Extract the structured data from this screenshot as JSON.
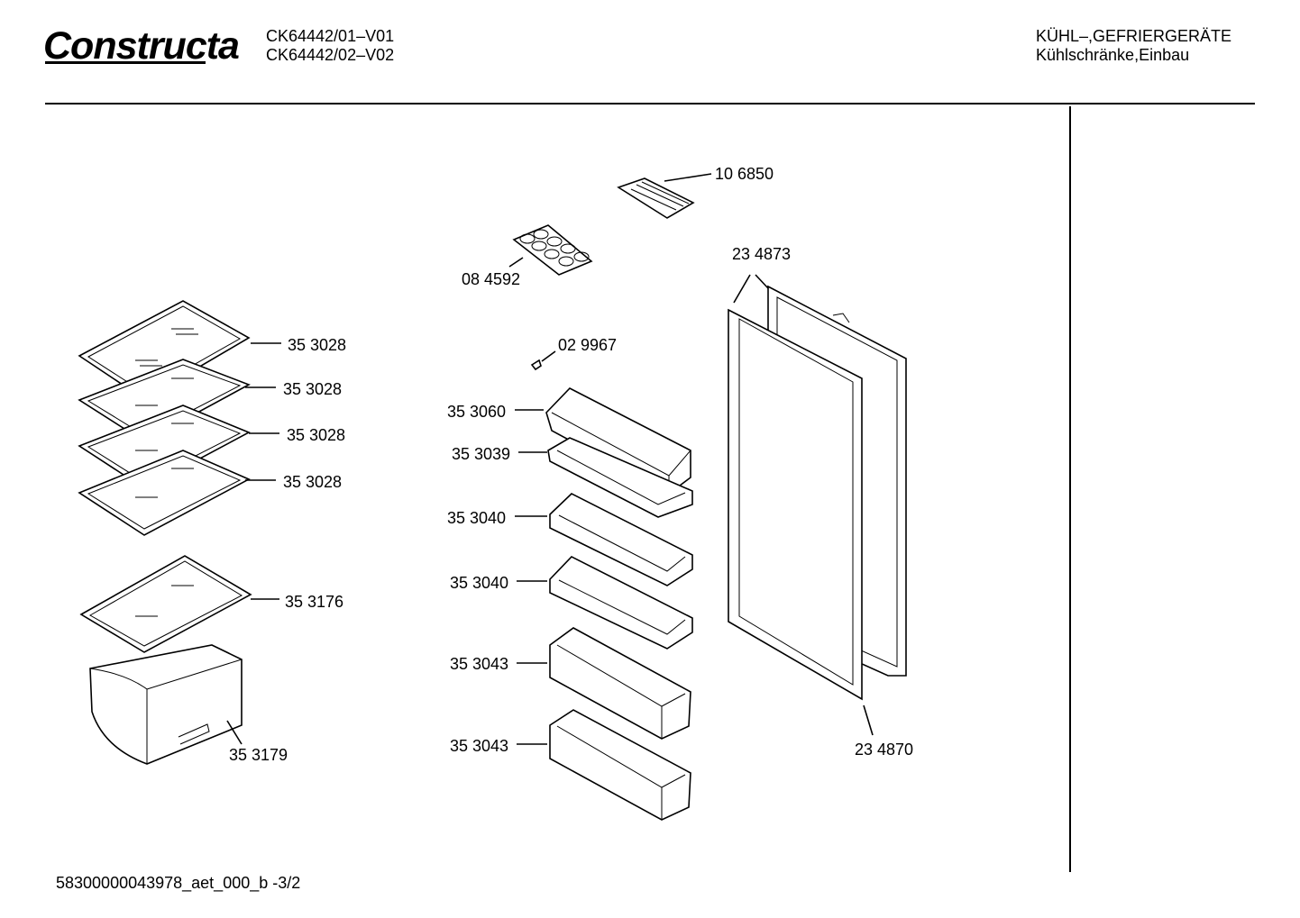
{
  "header": {
    "brand": "Constructa",
    "models": [
      "CK64442/01–V01",
      "CK64442/02–V02"
    ],
    "category": "KÜHL–,GEFRIERGERÄTE",
    "subcategory": "Kühlschränke,Einbau"
  },
  "parts": {
    "ice_tray": "10 6850",
    "egg_tray": "08 4592",
    "screw": "02 9967",
    "shelf_1": "35 3028",
    "shelf_2": "35 3028",
    "shelf_3": "35 3028",
    "shelf_4": "35 3028",
    "shelf_crisper_cover": "35 3176",
    "crisper_drawer": "35 3179",
    "door_shelf_lid": "35 3060",
    "door_shelf_butter": "35 3039",
    "door_shelf_1": "35 3040",
    "door_shelf_2": "35 3040",
    "door_bottle_shelf_1": "35 3043",
    "door_bottle_shelf_2": "35 3043",
    "door_panel": "23 4873",
    "door_gasket": "23 4870"
  },
  "footer": {
    "document_id": "58300000043978_aet_000_b  -3/2"
  }
}
